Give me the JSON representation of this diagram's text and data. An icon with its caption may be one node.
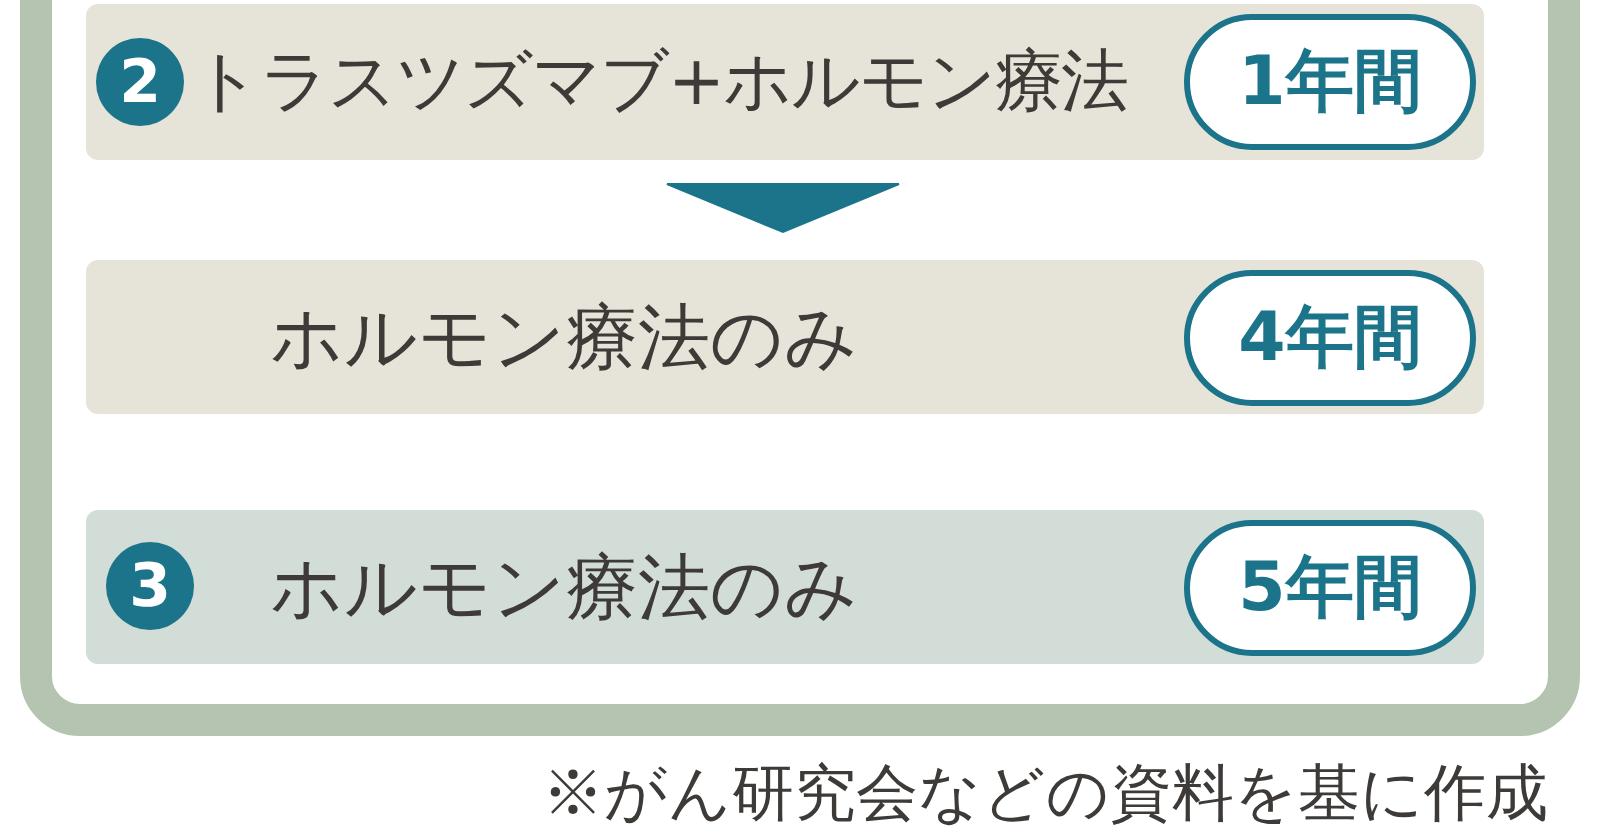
{
  "diagram": {
    "caption": "※がん研究会などの資料を基に作成",
    "nodes": [
      {
        "text": [
          "2",
          "トラスツズマブ+ホルモン療法"
        ]
      },
      {
        "text": [
          "1年間"
        ],
        "in": 0
      },
      {
        "text": [
          "ホルモン療法のみ"
        ]
      },
      {
        "text": [
          "4年間"
        ],
        "in": 2
      },
      {
        "text": [
          "3",
          "ホルモン療法のみ"
        ]
      },
      {
        "text": [
          "5年間"
        ],
        "in": 4
      }
    ],
    "edges": [
      {
        "from": 0,
        "to": 2,
        "arrow": "to"
      }
    ]
  }
}
